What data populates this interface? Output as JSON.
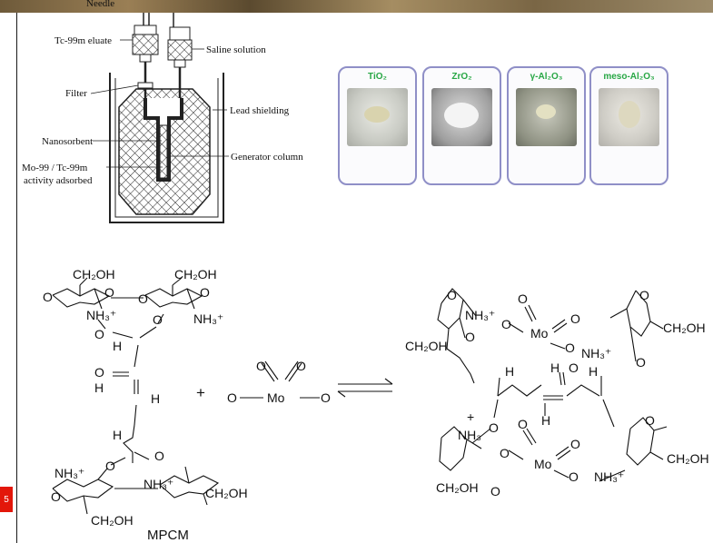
{
  "generator_labels": {
    "needle": "Needle",
    "eluate": "Tc-99m eluate",
    "saline": "Saline solution",
    "filter": "Filter",
    "lead": "Lead shielding",
    "nanosorbent": "Nanosorbent",
    "column": "Generator column",
    "activity_line1": "Mo-99 / Tc-99m",
    "activity_line2": "activity adsorbed"
  },
  "samples": [
    {
      "label": "TiO₂",
      "powder_color": "#d9d3ae"
    },
    {
      "label": "ZrO₂",
      "powder_color": "#f4f4f4"
    },
    {
      "label": "γ-Al₂O₃",
      "powder_color": "#e3e0c2"
    },
    {
      "label": "meso-Al₂O₃",
      "powder_color": "#ddd8bf"
    }
  ],
  "chem": {
    "ch2oh": "CH₂OH",
    "nh3plus": "NH₃⁺",
    "nh3": "NH₃",
    "o": "O",
    "h": "H",
    "mo": "Mo",
    "plus": "+",
    "mpcm": "MPCM"
  },
  "red_tab_text": "5"
}
